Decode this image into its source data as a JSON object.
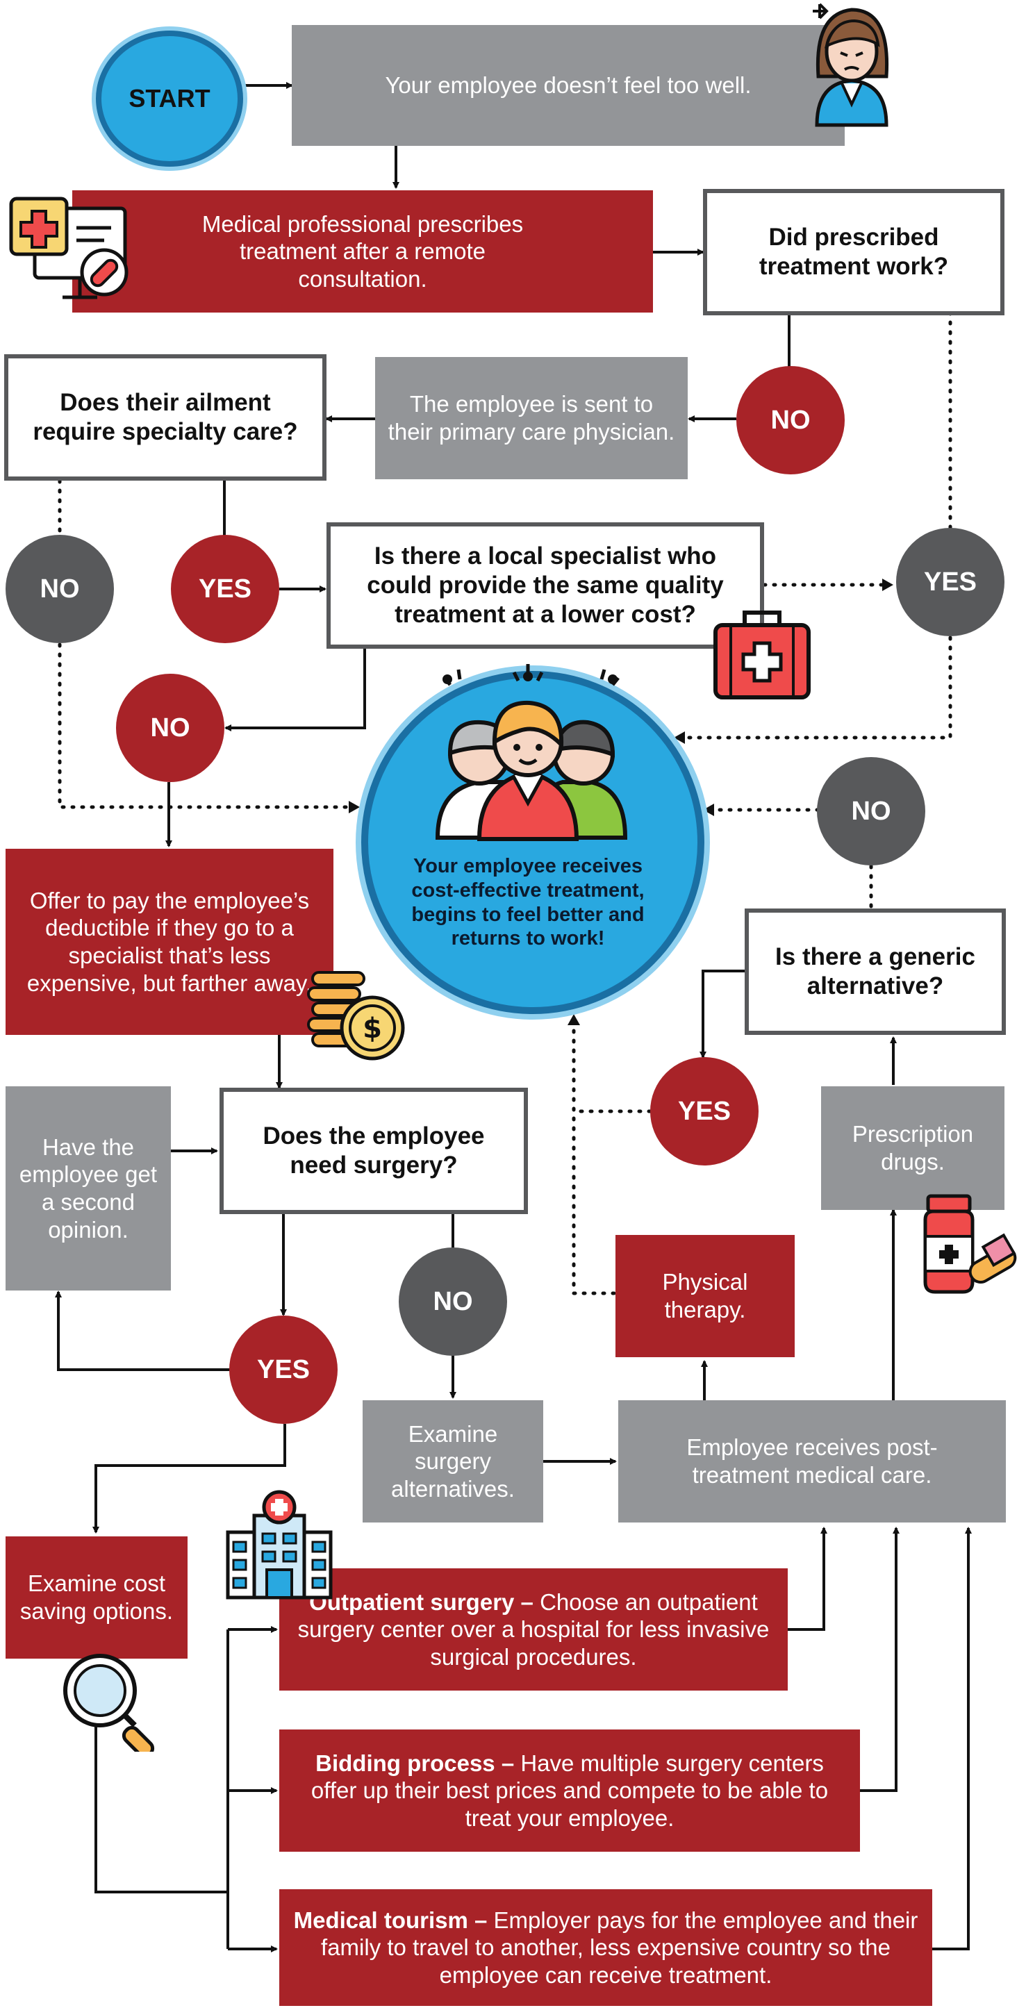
{
  "start": "START",
  "steps": {
    "not_well": "Your employee doesn’t feel too well.",
    "remote_consult": "Medical professional prescribes treatment after a remote consultation.",
    "did_work": "Did prescribed treatment work?",
    "primary_care": "The employee is sent to their primary care physician.",
    "specialty_q": "Does their ailment require specialty care?",
    "local_specialist_q": "Is there a local specialist who could provide the same quality treatment at a lower cost?",
    "outcome": "Your employee receives cost-effective treatment, begins to feel better and returns to work!",
    "deductible_offer": "Offer to pay the employee’s deductible if they go to a specialist that’s less expensive, but farther away.",
    "generic_q": "Is there a generic alternative?",
    "second_opinion": "Have the employee get a second opinion.",
    "surgery_q": "Does the employee need surgery?",
    "prescription": "Prescription drugs.",
    "physical_therapy": "Physical therapy.",
    "surgery_alternatives": "Examine surgery alternatives.",
    "post_treatment": "Employee receives post-treatment medical care.",
    "cost_saving": "Examine cost saving options."
  },
  "options": [
    {
      "title": "Outpatient surgery –",
      "text": "Choose an outpatient surgery center over a hospital for less invasive surgical procedures."
    },
    {
      "title": "Bidding process –",
      "text": "Have multiple surgery centers offer up their best prices and compete to be able to treat your employee."
    },
    {
      "title": "Medical tourism –",
      "text": "Employer pays for the employee and their family to travel to another, less expensive country so the employee can receive treatment."
    }
  ],
  "labels": {
    "yes": "YES",
    "no": "NO"
  },
  "colors": {
    "red": "#a82328",
    "gray": "#939598",
    "dark_gray": "#58595b",
    "start_blue": "#29a8e0",
    "outcome_blue": "#29a8e0"
  },
  "icons": [
    "sick-woman-icon",
    "telemedicine-icon",
    "first-aid-kit-icon",
    "team-icon",
    "coins-icon",
    "medicine-bottle-icon",
    "hospital-icon",
    "magnifier-icon"
  ]
}
